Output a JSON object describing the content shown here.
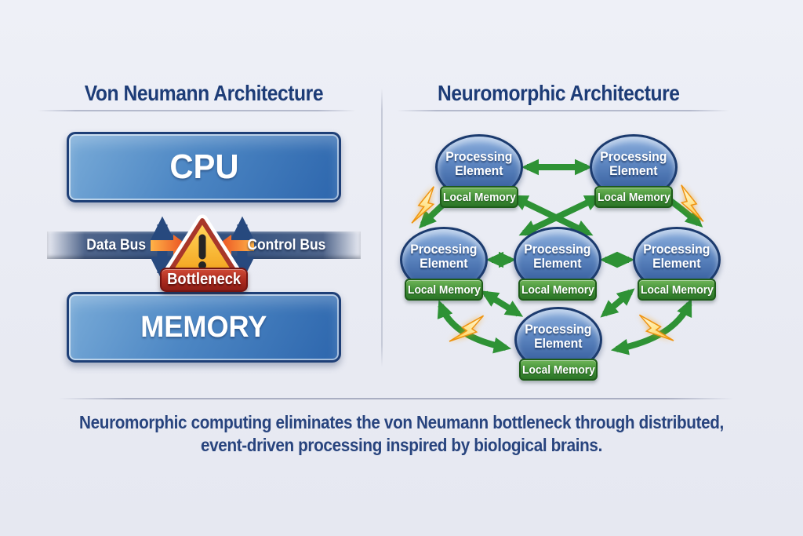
{
  "left_panel": {
    "title": "Von Neumann Architecture",
    "cpu_label": "CPU",
    "memory_label": "MEMORY",
    "data_bus_label": "Data Bus",
    "control_bus_label": "Control Bus",
    "bottleneck_label": "Bottleneck"
  },
  "right_panel": {
    "title": "Neuromorphic Architecture",
    "processing_elements": [
      {
        "label_line1": "Processing",
        "label_line2": "Element",
        "memory_label": "Local Memory"
      },
      {
        "label_line1": "Processing",
        "label_line2": "Element",
        "memory_label": "Local Memory"
      },
      {
        "label_line1": "Processing",
        "label_line2": "Element",
        "memory_label": "Local Memory"
      },
      {
        "label_line1": "Processing",
        "label_line2": "Element",
        "memory_label": "Local Memory"
      },
      {
        "label_line1": "Processing",
        "label_line2": "Element",
        "memory_label": "Local Memory"
      },
      {
        "label_line1": "Processing",
        "label_line2": "Element",
        "memory_label": "Local Memory"
      }
    ]
  },
  "caption": {
    "line1": "Neuromorphic computing eliminates the von Neumann bottleneck through distributed,",
    "line2": "event-driven processing inspired by biological brains."
  },
  "colors": {
    "background": "#e9ebf3",
    "title_text": "#1d3c77",
    "box_blue_light": "#79abd8",
    "box_blue_dark": "#2d66ad",
    "box_border": "#1e3f77",
    "bus_band_navy": "#31507f",
    "vertical_arrow_navy": "#27497e",
    "orange_arrow": "#f2791f",
    "warning_yellow": "#fcc32d",
    "warning_border": "#a8372a",
    "bottleneck_red": "#ab2a1e",
    "pe_blue": "#2d5494",
    "local_memory_green": "#3f8f36",
    "link_arrow_green": "#2e9235",
    "lightning_yellow": "#ffd24a"
  }
}
